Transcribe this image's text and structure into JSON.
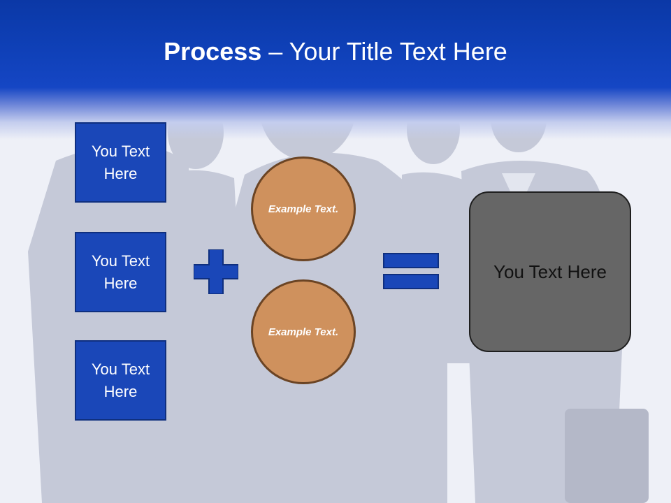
{
  "title": {
    "bold": "Process",
    "rest": " – Your Title Text Here"
  },
  "boxes": [
    {
      "label": "You Text Here"
    },
    {
      "label": "You Text Here"
    },
    {
      "label": "You Text Here"
    }
  ],
  "circles": [
    {
      "label": "Example Text."
    },
    {
      "label": "Example Text."
    }
  ],
  "result": {
    "label": "You Text Here"
  },
  "colors": {
    "header": "#0e3fb5",
    "box": "#1a47b8",
    "circle": "#cf915d",
    "result": "#666666"
  },
  "icons": {
    "operator1": "plus-icon",
    "operator2": "equals-icon"
  }
}
